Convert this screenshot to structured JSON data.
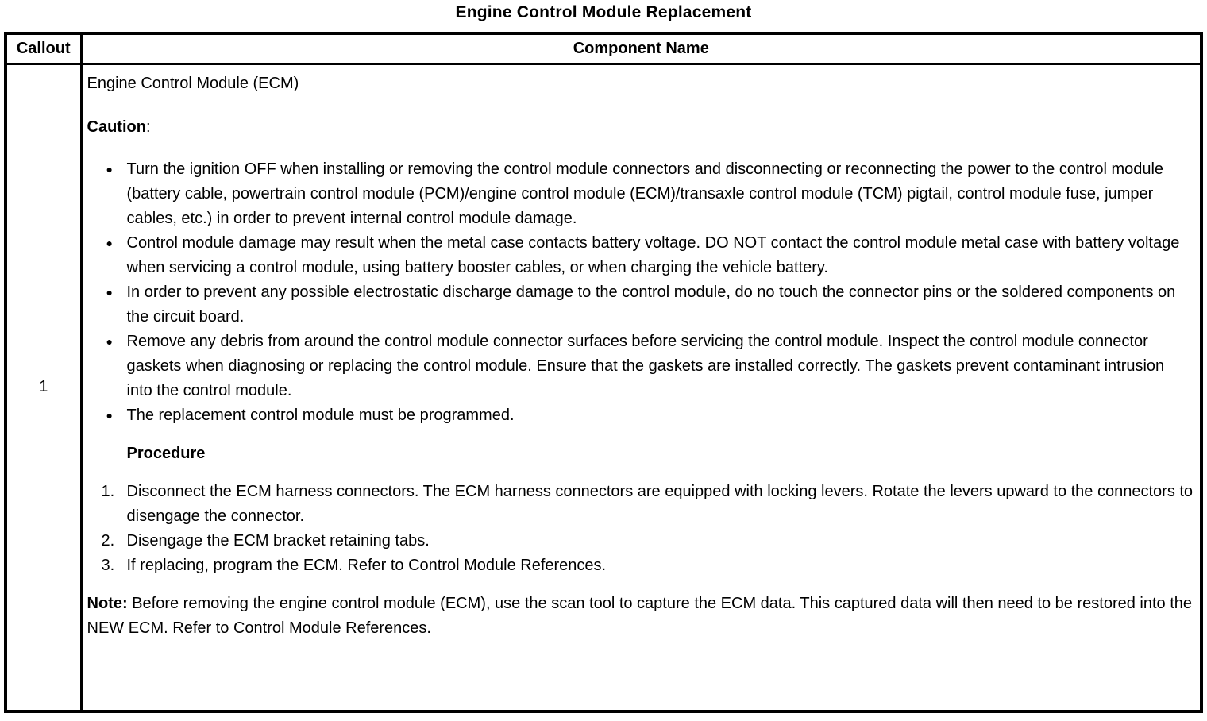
{
  "page": {
    "title": "Engine Control Module Replacement"
  },
  "icons": {
    "bullet": "●"
  },
  "table": {
    "headers": [
      "Callout",
      "Component Name"
    ],
    "row": {
      "callout": "1",
      "component": {
        "name": "Engine Control Module (ECM)",
        "caution_label": "Caution",
        "caution_colon": ":",
        "caution_items": [
          "Turn the ignition OFF when installing or removing the control module connectors and disconnecting or reconnecting the power to the control module (battery cable, powertrain control module (PCM)/engine control module (ECM)/transaxle control module (TCM) pigtail, control module fuse, jumper cables, etc.) in order to prevent internal control module damage.",
          "Control module damage may result when the metal case contacts battery voltage. DO NOT contact the control module metal case with battery voltage when servicing a control module, using battery booster cables, or when charging the vehicle battery.",
          "In order to prevent any possible electrostatic discharge damage to the control module, do no touch the connector pins or the soldered components on the circuit board.",
          "Remove any debris from around the control module connector surfaces before servicing the control module. Inspect the control module connector gaskets when diagnosing or replacing the control module. Ensure that the gaskets are installed correctly. The gaskets prevent contaminant intrusion into the control module.",
          "The replacement control module must be programmed."
        ],
        "procedure_label": "Procedure",
        "procedure_steps": [
          {
            "num": "1.",
            "text": "Disconnect the ECM harness connectors. The ECM harness connectors are equipped with locking levers. Rotate the levers upward to the connectors to disengage the connector."
          },
          {
            "num": "2.",
            "text": "Disengage the ECM bracket retaining tabs."
          },
          {
            "num": "3.",
            "text": "If replacing, program the ECM. Refer to Control Module References."
          }
        ],
        "note_label": "Note:",
        "note_text": "Before removing the engine control module (ECM), use the scan tool to capture the ECM data. This captured data will then need to be restored into the NEW ECM. Refer to Control Module References."
      }
    }
  }
}
